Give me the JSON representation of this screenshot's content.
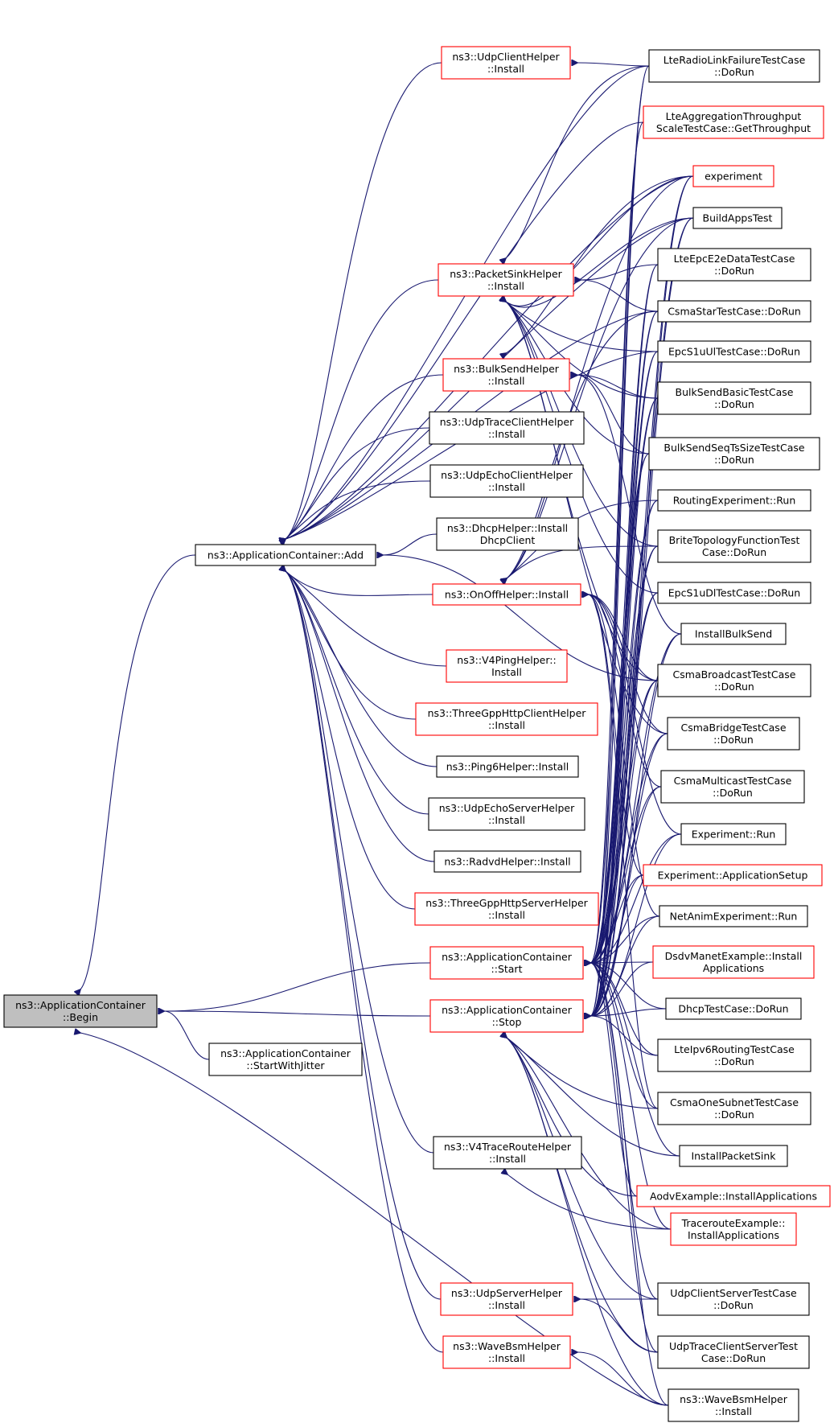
{
  "colors": {
    "edge": "#191970",
    "node_border": "#000000",
    "node_border_link": "#ff0000",
    "root_fill": "#bfbfbf"
  },
  "nodes": {
    "begin": [
      "ns3::ApplicationContainer",
      "::Begin"
    ],
    "add": [
      "ns3::ApplicationContainer::Add"
    ],
    "startwithjitter": [
      "ns3::ApplicationContainer",
      "::StartWithJitter"
    ],
    "start": [
      "ns3::ApplicationContainer",
      "::Start"
    ],
    "stop": [
      "ns3::ApplicationContainer",
      "::Stop"
    ],
    "udpclienthelper": [
      "ns3::UdpClientHelper",
      "::Install"
    ],
    "packetsinkhelper": [
      "ns3::PacketSinkHelper",
      "::Install"
    ],
    "bulksendhelper": [
      "ns3::BulkSendHelper",
      "::Install"
    ],
    "udptraceclienthelper": [
      "ns3::UdpTraceClientHelper",
      "::Install"
    ],
    "udpechoclienthelper": [
      "ns3::UdpEchoClientHelper",
      "::Install"
    ],
    "dhcphelper": [
      "ns3::DhcpHelper::Install",
      "DhcpClient"
    ],
    "onoffhelper": [
      "ns3::OnOffHelper::Install"
    ],
    "v4pinghelper": [
      "ns3::V4PingHelper::",
      "Install"
    ],
    "threegpphttpclient": [
      "ns3::ThreeGppHttpClientHelper",
      "::Install"
    ],
    "ping6helper": [
      "ns3::Ping6Helper::Install"
    ],
    "udpechoserverhelper": [
      "ns3::UdpEchoServerHelper",
      "::Install"
    ],
    "radvdhelper": [
      "ns3::RadvdHelper::Install"
    ],
    "threegpphttpserver": [
      "ns3::ThreeGppHttpServerHelper",
      "::Install"
    ],
    "v4traceroutehelper": [
      "ns3::V4TraceRouteHelper",
      "::Install"
    ],
    "udpserverhelper": [
      "ns3::UdpServerHelper",
      "::Install"
    ],
    "wavebsmhelper_mid": [
      "ns3::WaveBsmHelper",
      "::Install"
    ],
    "lteradiolinkfailure": [
      "LteRadioLinkFailureTestCase",
      "::DoRun"
    ],
    "lteaggregation": [
      "LteAggregationThroughput",
      "ScaleTestCase::GetThroughput"
    ],
    "experiment": [
      "experiment"
    ],
    "buildappstest": [
      "BuildAppsTest"
    ],
    "lteepce2edata": [
      "LteEpcE2eDataTestCase",
      "::DoRun"
    ],
    "csmastar": [
      "CsmaStarTestCase::DoRun"
    ],
    "epcs1uul": [
      "EpcS1uUlTestCase::DoRun"
    ],
    "bulksendbasic": [
      "BulkSendBasicTestCase",
      "::DoRun"
    ],
    "bulksendseqts": [
      "BulkSendSeqTsSizeTestCase",
      "::DoRun"
    ],
    "routingexperiment": [
      "RoutingExperiment::Run"
    ],
    "britetopology": [
      "BriteTopologyFunctionTest",
      "Case::DoRun"
    ],
    "epcs1udl": [
      "EpcS1uDlTestCase::DoRun"
    ],
    "installbulksend": [
      "InstallBulkSend"
    ],
    "csmabroadcast": [
      "CsmaBroadcastTestCase",
      "::DoRun"
    ],
    "csmabridge": [
      "CsmaBridgeTestCase",
      "::DoRun"
    ],
    "csmamulticast": [
      "CsmaMulticastTestCase",
      "::DoRun"
    ],
    "experimentrun": [
      "Experiment::Run"
    ],
    "experimentappsetup": [
      "Experiment::ApplicationSetup"
    ],
    "netanimexperiment": [
      "NetAnimExperiment::Run"
    ],
    "dsdvmanet": [
      "DsdvManetExample::Install",
      "Applications"
    ],
    "dhcptestcase": [
      "DhcpTestCase::DoRun"
    ],
    "lteipv6routing": [
      "LteIpv6RoutingTestCase",
      "::DoRun"
    ],
    "csmaonesubnet": [
      "CsmaOneSubnetTestCase",
      "::DoRun"
    ],
    "installpacketsink": [
      "InstallPacketSink"
    ],
    "aodvexample": [
      "AodvExample::InstallApplications"
    ],
    "tracerouteexample": [
      "TracerouteExample::",
      "InstallApplications"
    ],
    "udpclientservertest": [
      "UdpClientServerTestCase",
      "::DoRun"
    ],
    "udptraceclientservertest": [
      "UdpTraceClientServerTest",
      "Case::DoRun"
    ],
    "wavebsmhelper_right": [
      "ns3::WaveBsmHelper",
      "::Install"
    ]
  }
}
